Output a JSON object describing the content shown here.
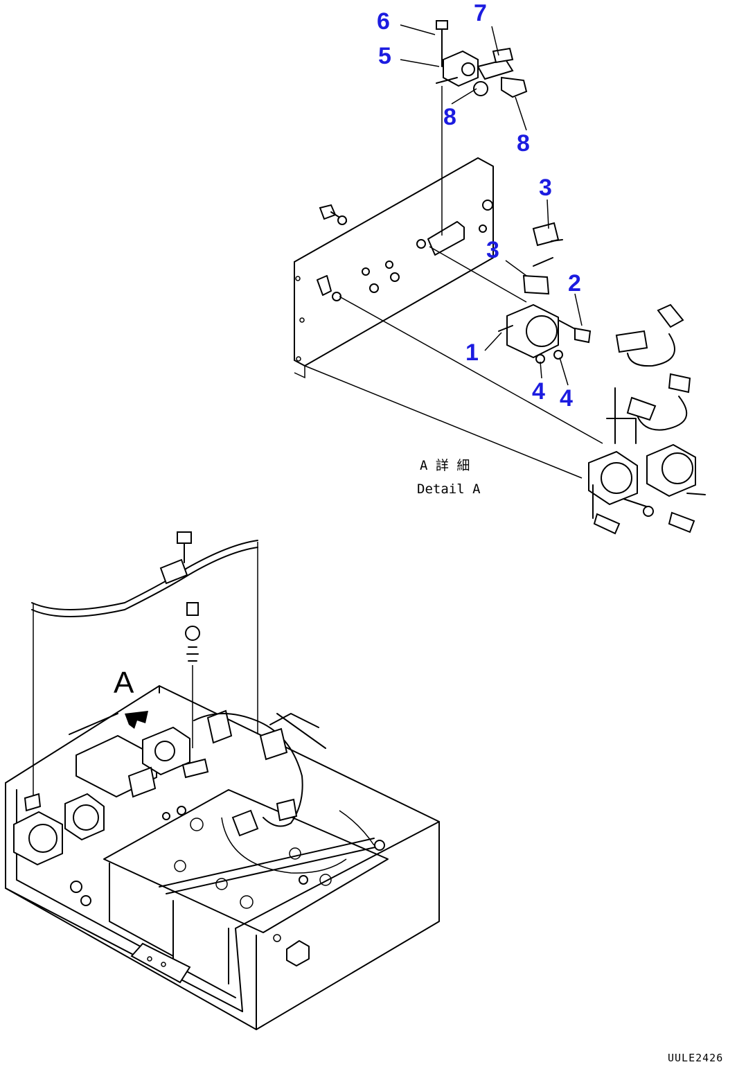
{
  "callouts": [
    "6",
    "7",
    "5",
    "8",
    "8",
    "3",
    "3",
    "2",
    "1",
    "4",
    "4"
  ],
  "detail_caption": {
    "line1": "A 詳 細",
    "line2": "Detail A"
  },
  "view_marker": "A",
  "document_id": "UULE2426",
  "colors": {
    "callout": "#1c1ce0",
    "line": "#000000",
    "background": "#ffffff"
  }
}
